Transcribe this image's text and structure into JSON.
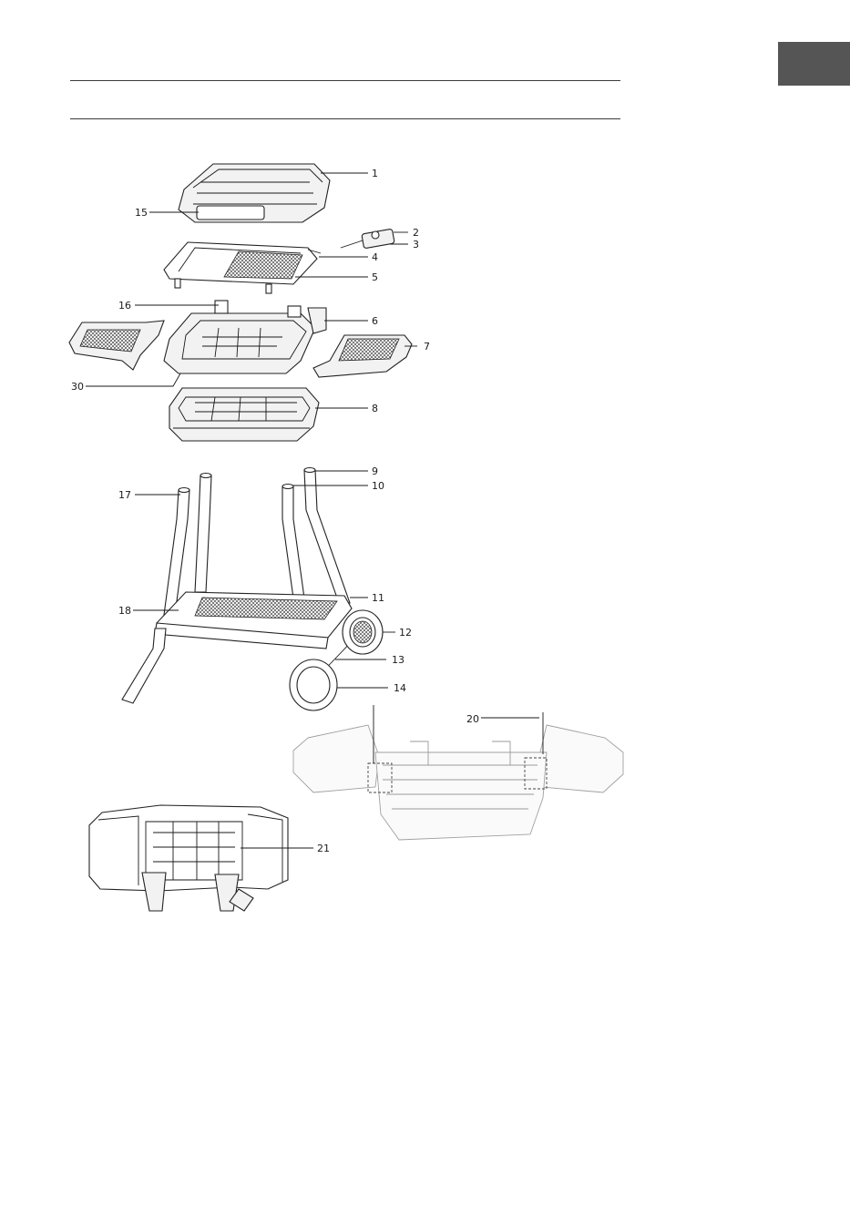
{
  "page": {
    "tab_label": "",
    "header_rules": 2
  },
  "diagram": {
    "labels": {
      "p1": "1",
      "p2": "2",
      "p3": "3",
      "p4": "4",
      "p5": "5",
      "p6": "6",
      "p7": "7",
      "p8": "8",
      "p9": "9",
      "p10": "10",
      "p11": "11",
      "p12": "12",
      "p13": "13",
      "p14": "14",
      "p15": "15",
      "p16": "16",
      "p17": "17",
      "p18": "18",
      "p20": "20",
      "p21": "21",
      "p30": "30"
    },
    "colors": {
      "tab": "#555555",
      "line": "#1a1a1a",
      "faint": "#9a9a9a"
    }
  }
}
